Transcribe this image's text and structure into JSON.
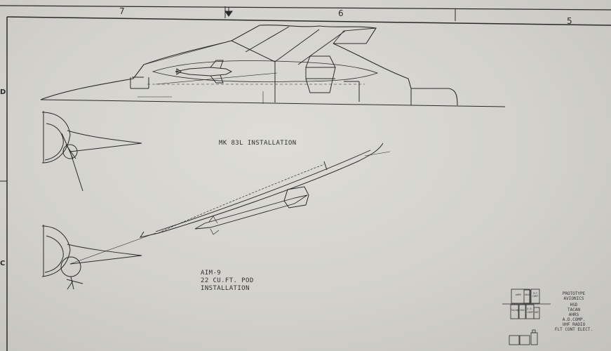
{
  "zones": {
    "z7": "7",
    "z6": "6",
    "z5": "5"
  },
  "rows": {
    "d": "D",
    "c": "C"
  },
  "captions": {
    "mk83": "MK 83L  INSTALLATION",
    "aim9": [
      "AIM-9",
      "22 CU.FT. POD",
      "INSTALLATION"
    ]
  },
  "avionics": {
    "title": [
      "PROTOTYPE",
      "AVIONICS"
    ],
    "items": [
      "HSD",
      "TACAN",
      "AHRS",
      "A.D.COMP.",
      "UHF RADIO",
      "FLT CONT ELECT."
    ],
    "boxes": [
      "AHRS",
      "NAV",
      "FLT CONT",
      "TACAN",
      "HSD",
      "A.D.",
      "COMP",
      "UHF"
    ]
  }
}
